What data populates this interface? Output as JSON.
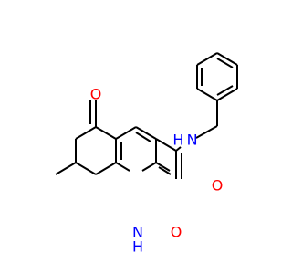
{
  "molecule": {
    "atoms": {
      "o_ketone": {
        "symbol": "O",
        "color": "#ff0000"
      },
      "o_amide": {
        "symbol": "O",
        "color": "#ff0000"
      },
      "o_lactam": {
        "symbol": "O",
        "color": "#ff0000"
      },
      "n_amide": {
        "symbol": "H N",
        "color": "#0000ff"
      },
      "n_ring": {
        "symbol": "N",
        "color": "#0000ff"
      },
      "h_ring": {
        "symbol": "H",
        "color": "#0000ff"
      }
    },
    "colors": {
      "bond": "#000000",
      "oxygen": "#ff0000",
      "nitrogen": "#0000ff",
      "background": "#ffffff"
    }
  }
}
